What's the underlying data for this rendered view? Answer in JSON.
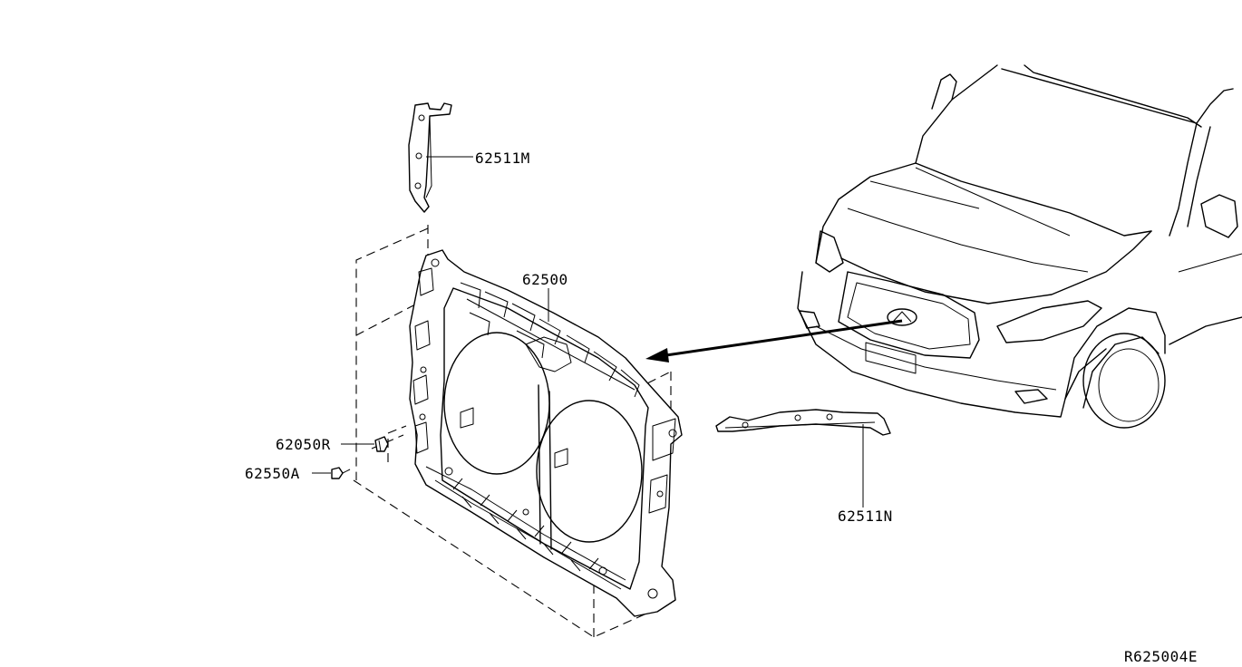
{
  "diagram": {
    "labels": {
      "part_62511M": "62511M",
      "part_62500": "62500",
      "part_62050R": "62050R",
      "part_62550A": "62550A",
      "part_62511N": "62511N"
    },
    "drawing_id": "R625004E"
  }
}
